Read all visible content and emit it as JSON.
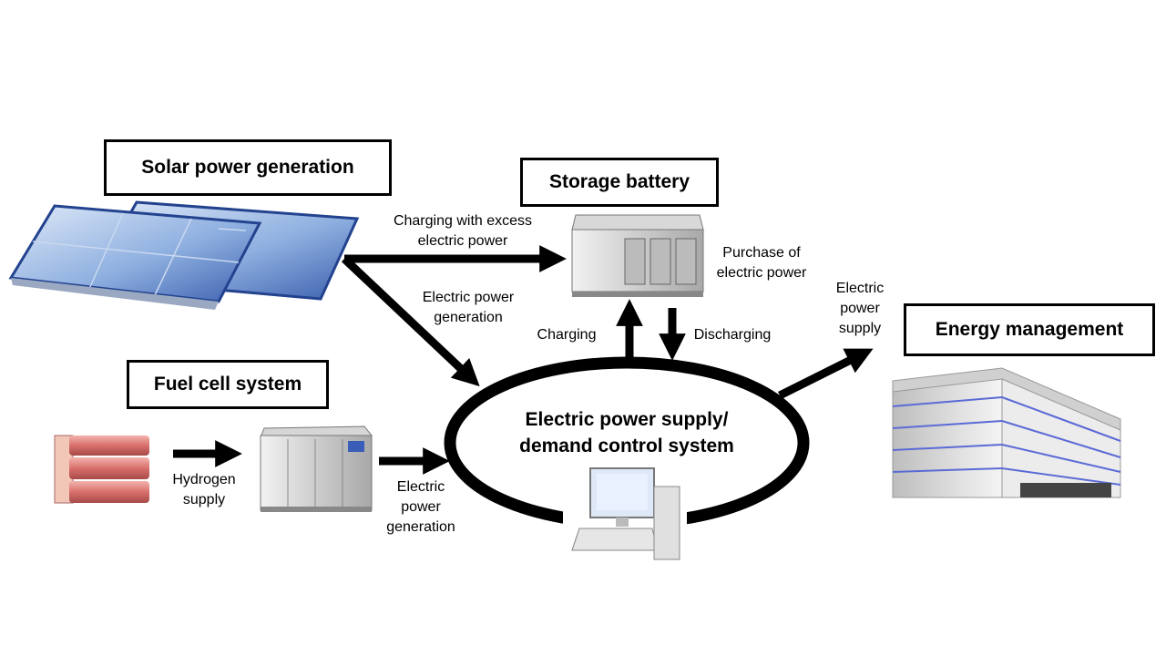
{
  "boxes": {
    "solar": "Solar power generation",
    "storage": "Storage battery",
    "fuel_cell": "Fuel cell system",
    "energy": "Energy management"
  },
  "center": {
    "line1": "Electric power supply/",
    "line2": "demand control system"
  },
  "labels": {
    "charging_excess": [
      "Charging with excess",
      "electric power"
    ],
    "solar_generation": [
      "Electric power",
      "generation"
    ],
    "purchase": [
      "Purchase of",
      "electric power"
    ],
    "charging": "Charging",
    "discharging": "Discharging",
    "supply": [
      "Electric",
      "power",
      "supply"
    ],
    "hydrogen": [
      "Hydrogen",
      "supply"
    ],
    "fuel_generation": [
      "Electric",
      "power",
      "generation"
    ]
  },
  "colors": {
    "arrow": "#000000",
    "solar_panel": "#7fa4dc",
    "solar_edge": "#23438f",
    "hydrogen_tank": "#d8706c",
    "building": "#c8c8c8",
    "building_stripe": "#5b6bd6"
  }
}
